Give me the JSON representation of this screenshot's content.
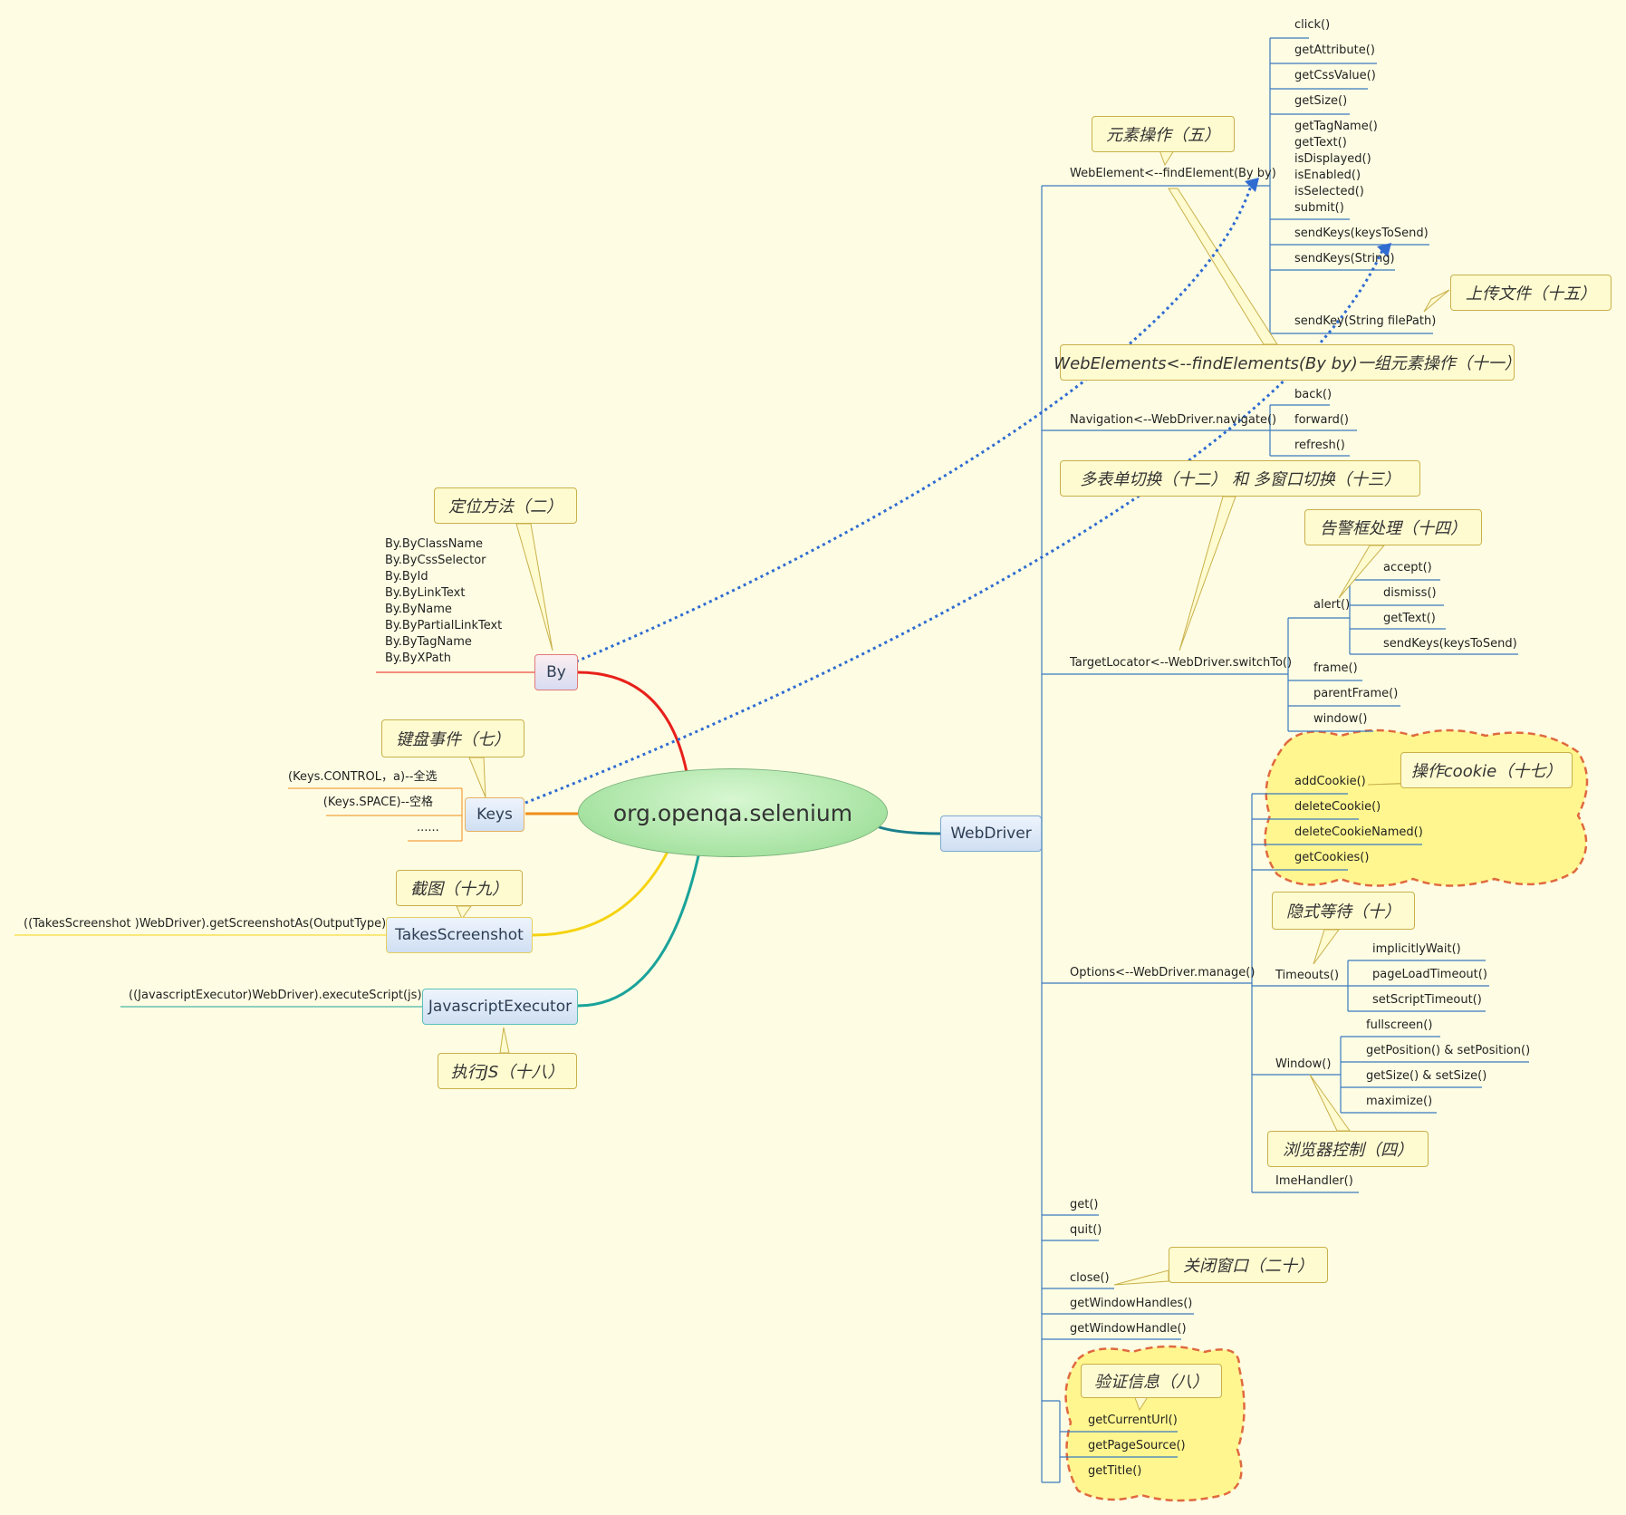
{
  "central": "org.openqa.selenium",
  "branches": {
    "by": "By",
    "keys": "Keys",
    "screenshot": "TakesScreenshot",
    "js": "JavascriptExecutor",
    "webdriver": "WebDriver"
  },
  "by_items": "By.ByClassName\nBy.ByCssSelector\nBy.ById\nBy.ByLinkText\nBy.ByName\nBy.ByPartialLinkText\nBy.ByTagName\nBy.ByXPath",
  "keys_items": [
    "(Keys.CONTROL，a)--全选",
    "(Keys.SPACE)--空格",
    "......"
  ],
  "screenshot_item": "((TakesScreenshot )WebDriver).getScreenshotAs(OutputType)",
  "js_item": "((JavascriptExecutor)WebDriver).executeScript(js)",
  "webdriver_children": {
    "webelement": "WebElement<--findElement(By by)",
    "navigation": "Navigation<--WebDriver.navigate()",
    "targetlocator": "TargetLocator<--WebDriver.switchTo()",
    "options": "Options<--WebDriver.manage()",
    "get": "get()",
    "quit": "quit()",
    "close": "close()",
    "handles": "getWindowHandles()",
    "handle": "getWindowHandle()"
  },
  "element_methods": {
    "click": "click()",
    "attr": "getAttribute()",
    "css": "getCssValue()",
    "size": "getSize()",
    "group": "getTagName()\ngetText()\nisDisplayed()\nisEnabled()\nisSelected()\nsubmit()",
    "sendkeys1": "sendKeys(keysToSend)",
    "sendkeys2": "sendKeys(String)",
    "sendkey3": "sendKey(String filePath)"
  },
  "nav_methods": [
    "back()",
    "forward()",
    "refresh()"
  ],
  "switch_methods": {
    "alert": "alert()",
    "frame": "frame()",
    "parent": "parentFrame()",
    "window": "window()"
  },
  "alert_methods": [
    "accept()",
    "dismiss()",
    "getText()",
    "sendKeys(keysToSend)"
  ],
  "options_methods": {
    "timeouts": "Timeouts()",
    "window": "Window()",
    "ime": "ImeHandler()"
  },
  "cookie_methods": [
    "addCookie()",
    "deleteCookie()",
    "deleteCookieNamed()",
    "getCookies()"
  ],
  "timeouts_methods": [
    "implicitlyWait()",
    "pageLoadTimeout()",
    "setScriptTimeout()"
  ],
  "window_methods": [
    "fullscreen()",
    "getPosition() & setPosition()",
    "getSize() & setSize()",
    "maximize()"
  ],
  "verify_methods": [
    "getCurrentUrl()",
    "getPageSource()",
    "getTitle()"
  ],
  "callouts": {
    "element": "元素操作（五）",
    "upload": "上传文件（十五）",
    "elements": "WebElements<--findElements(By by)一组元素操作（十一）",
    "frames": "多表单切换（十二） 和 多窗口切换（十三）",
    "alert": "告警框处理（十四）",
    "locate": "定位方法（二）",
    "keyboard": "键盘事件（七）",
    "cookie": "操作cookie（十七）",
    "screenshot": "截图（十九）",
    "implicit": "隐式等待（十）",
    "js": "执行JS（十八）",
    "browser": "浏览器控制（四）",
    "close": "关闭窗口（二十）",
    "verify": "验证信息（八）"
  },
  "colors": {
    "background": "#fefde3",
    "blue_line": "#3a7abf",
    "by_line": "#e8201a",
    "keys_line": "#f08c19",
    "screenshot_line": "#f5d312",
    "js_line": "#1aa39a",
    "webdriver_line": "#1a7f8c",
    "cloud_fill": "#fff68f",
    "cloud_border": "#e0693f",
    "dotted_link": "#2f6bd1",
    "callout_border": "#c9b04a"
  }
}
